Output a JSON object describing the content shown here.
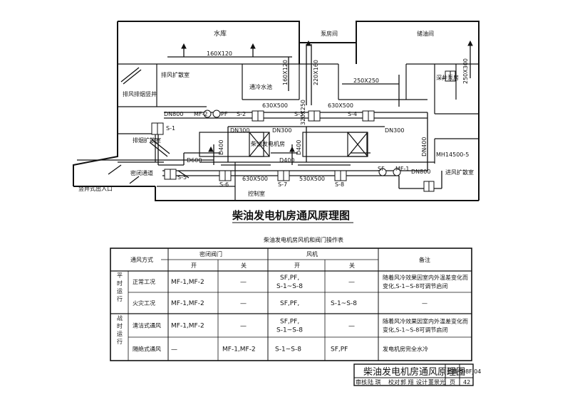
{
  "diagram": {
    "title": "柴油发电机房通风原理图",
    "rooms": {
      "water_tank": "水库",
      "pump_room": "泵房间",
      "oil_room": "储油间",
      "exhaust_chamber": "排风扩散室",
      "cooling_pool": "通冷水池",
      "exhaust_smoke": "排风排烟竖井",
      "smoke_chamber": "排烟扩散室",
      "gen_room": "柴油发电机房",
      "airlock": "密闭通道",
      "control": "控制室",
      "shaft_exit": "竖井式出入口",
      "intake_chamber": "进风扩散室",
      "fan_room": "深井泵房"
    },
    "dims": {
      "d160x120": "160X120",
      "d160x120v": "160X120",
      "d220x160": "220X160",
      "d250x250": "250X250",
      "d250x300": "250X300",
      "d320x250": "320X250",
      "d630x500a": "630X500",
      "d630x500b": "630X500",
      "d630x500c": "630X500",
      "d530x500": "530X500",
      "dn800a": "DN800",
      "dn800b": "DN800",
      "dn300a": "DN300",
      "dn300b": "DN300",
      "dn300c": "DN300",
      "dn400a": "D400",
      "dn400b": "D400",
      "dn400c": "DN400",
      "d600": "D600",
      "d400": "D400",
      "mh": "MH14500-5"
    },
    "tags": {
      "mf2": "MF-2",
      "pf": "PF",
      "sf": "SF",
      "mf1": "MF-1",
      "s1": "S-1",
      "s2": "S-2",
      "s3": "S-3",
      "s4": "S-4",
      "s5": "S-5",
      "s6": "S-6",
      "s7": "S-7",
      "s8": "S-8"
    }
  },
  "table": {
    "title": "柴油发电机房风机和阀门操作表",
    "headers": {
      "mode": "通风方式",
      "valve": "密闭阀门",
      "fan": "风机",
      "note": "备注",
      "open": "开",
      "close": "关",
      "open2": "开",
      "close2": "关"
    },
    "groups": {
      "peace": "平时运行",
      "war": "战时运行"
    },
    "rows": [
      {
        "mode": "正常工况",
        "v_open": "MF-1,MF-2",
        "v_close": "—",
        "f_open1": "SF,PF,",
        "f_open2": "S-1~S-8",
        "f_close": "—",
        "note1": "随着风冷效果因室内外温差变化而",
        "note2": "变化,S-1~S-8可调节启闭"
      },
      {
        "mode": "火灾工况",
        "v_open": "MF-1,MF-2",
        "v_close": "—",
        "f_open1": "SF,PF,",
        "f_open2": "",
        "f_close": "S-1~S-8",
        "note1": "—",
        "note2": ""
      },
      {
        "mode": "清洁式通风",
        "v_open": "MF-1,MF-2",
        "v_close": "—",
        "f_open1": "SF,PF,",
        "f_open2": "S-1~S-8",
        "f_close": "—",
        "note1": "随着风冷效果因室内外温差变化而",
        "note2": "变化,S-1~S-8可调节启闭"
      },
      {
        "mode": "隔绝式通风",
        "v_open": "—",
        "v_close": "MF-1,MF-2",
        "f_open1": "S-1~S-8",
        "f_open2": "",
        "f_close": "SF,PF",
        "note1": "发电机房完全水冷",
        "note2": ""
      }
    ]
  },
  "titleblock": {
    "title": "柴油发电机房通风原理图",
    "figno_label": "图集号",
    "figno": "08FJ04",
    "review": "审核",
    "review_name": "陆 琪",
    "check": "校对",
    "check_name": "郭 翔",
    "design": "设计",
    "design_name": "董景光",
    "page_label": "页",
    "page": "42"
  }
}
